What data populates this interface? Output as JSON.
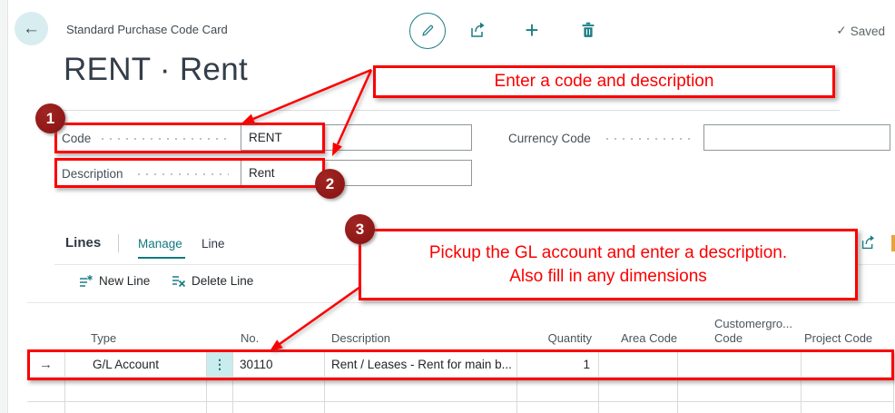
{
  "command_bar": {
    "breadcrumb": "Standard Purchase Code Card",
    "saved_status": "Saved",
    "icons": {
      "back": "←",
      "check": "✓",
      "new": "+"
    }
  },
  "page": {
    "title": "RENT · Rent"
  },
  "general": {
    "code": {
      "label": "Code",
      "value": "RENT"
    },
    "description": {
      "label": "Description",
      "value": "Rent"
    },
    "currency_code": {
      "label": "Currency Code",
      "value": ""
    }
  },
  "annotations": {
    "red": "#fb0000",
    "badge_color": "#8e1b1b",
    "badges": [
      "1",
      "2",
      "3"
    ],
    "callout_1": "Enter a code and description",
    "callout_2_line1": "Pickup the GL account and enter a description.",
    "callout_2_line2": "Also fill in any dimensions"
  },
  "lines_part": {
    "section_label": "Lines",
    "tabs": [
      {
        "label": "Manage",
        "active": true
      },
      {
        "label": "Line",
        "active": false
      }
    ],
    "actions": [
      {
        "label": "New Line"
      },
      {
        "label": "Delete Line"
      }
    ],
    "grid": {
      "columns": [
        "Type",
        "No.",
        "Description",
        "Quantity",
        "Area Code",
        "Customergro... Code",
        "Project Code"
      ],
      "row_arrow_glyph": "→",
      "dots_glyph": "⋮",
      "rows": [
        {
          "type": "G/L Account",
          "no": "30110",
          "description": "Rent / Leases - Rent for main b...",
          "quantity": "1",
          "area_code": "",
          "customergroup_code": "",
          "project_code": ""
        }
      ]
    }
  },
  "colors": {
    "accent": "#1b7d86",
    "row_menu_highlight": "#c9ecef"
  }
}
